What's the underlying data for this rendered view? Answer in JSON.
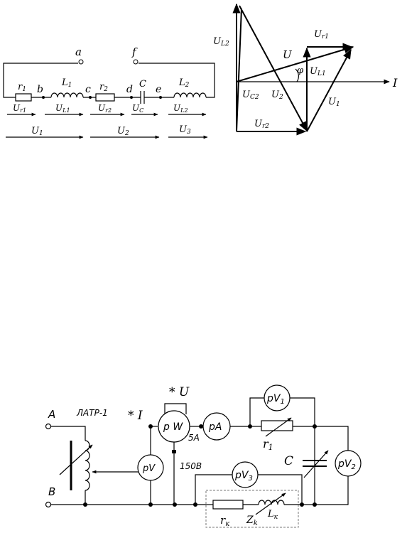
{
  "top_circuit": {
    "nodes": [
      "a",
      "f",
      "b",
      "c",
      "d",
      "e"
    ],
    "elements": [
      {
        "label": "r",
        "sub": "1"
      },
      {
        "label": "L",
        "sub": "1"
      },
      {
        "label": "r",
        "sub": "2"
      },
      {
        "label": "C",
        "sub": ""
      },
      {
        "label": "L",
        "sub": "2"
      }
    ],
    "voltages": [
      {
        "label": "U",
        "sub": "r1"
      },
      {
        "label": "U",
        "sub": "L1"
      },
      {
        "label": "U",
        "sub": "r2"
      },
      {
        "label": "U",
        "sub": "C"
      },
      {
        "label": "U",
        "sub": "L2"
      }
    ],
    "sum_voltages": [
      {
        "label": "U",
        "sub": "1"
      },
      {
        "label": "U",
        "sub": "2"
      },
      {
        "label": "U",
        "sub": "3"
      }
    ]
  },
  "phasor_diagram": {
    "labels": {
      "UL2": {
        "label": "U",
        "sub": "L2"
      },
      "Ur1": {
        "label": "U",
        "sub": "r1"
      },
      "U": {
        "label": "U",
        "sub": ""
      },
      "phi": "φ",
      "UL1": {
        "label": "U",
        "sub": "L1"
      },
      "I": "I",
      "UC2": {
        "label": "U",
        "sub": "C2"
      },
      "U2": {
        "label": "U",
        "sub": "2"
      },
      "U1": {
        "label": "U",
        "sub": "1"
      },
      "Ur2": {
        "label": "U",
        "sub": "r2"
      }
    }
  },
  "bottom_circuit": {
    "terminal_a": "A",
    "terminal_b": "B",
    "latr": "ЛАТР",
    "latr_num": "-1",
    "star_u": "* U",
    "star_i": "* I",
    "wattmeter": {
      "label": "p W"
    },
    "ammeter": {
      "label": "pA"
    },
    "voltmeter_main": {
      "label": "pV"
    },
    "voltmeter_1": {
      "label": "pV",
      "sub": "1"
    },
    "voltmeter_2": {
      "label": "pV",
      "sub": "2"
    },
    "voltmeter_3": {
      "label": "pV",
      "sub": "3"
    },
    "current_range": "5A",
    "voltage_range": "150B",
    "r1": {
      "label": "r",
      "sub": "1"
    },
    "cap": "C",
    "rk": {
      "label": "r",
      "sub": "к"
    },
    "zk": {
      "label": "Z",
      "sub": "k"
    },
    "lk": {
      "label": "L",
      "sub": "к"
    }
  }
}
